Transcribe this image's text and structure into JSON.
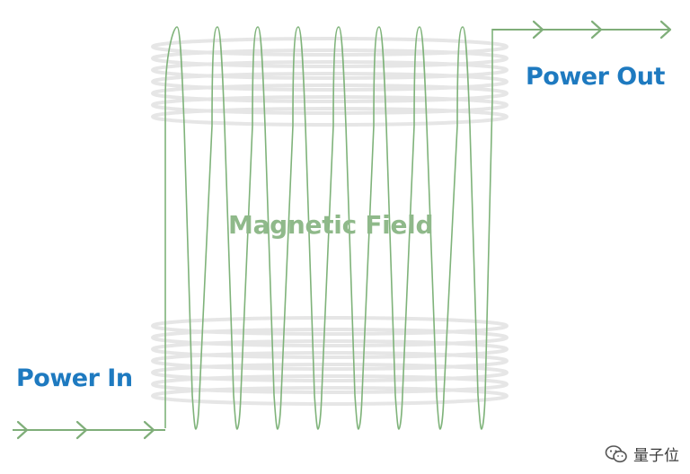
{
  "labels": {
    "power_out": "Power Out",
    "power_in": "Power In",
    "magnetic_field": "Magnetic Field"
  },
  "watermark": {
    "text": "量子位"
  },
  "colors": {
    "label_blue": "#1e7ac0",
    "field_green": "#8fb98a",
    "coil_gray": "#e6e6e6",
    "field_line_green": "#7fb37a",
    "arrow_green": "#7fae79"
  },
  "icons": {
    "watermark": "wechat-logo-icon",
    "flow": "arrow-right-icon"
  }
}
